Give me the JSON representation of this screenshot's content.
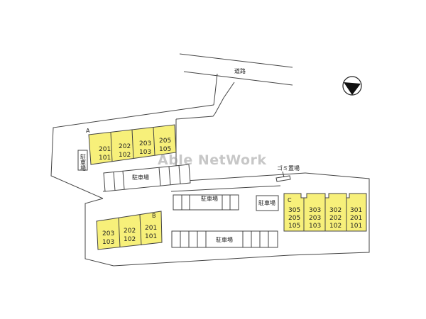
{
  "labels": {
    "road": "道路",
    "parking": "駐車場",
    "garbage": "ゴミ置場",
    "watermark": "Able NetWork"
  },
  "buildings": {
    "A": {
      "name": "A",
      "units": [
        [
          "201",
          "101"
        ],
        [
          "202",
          "102"
        ],
        [
          "203",
          "103"
        ],
        [
          "205",
          "105"
        ]
      ]
    },
    "B": {
      "name": "B",
      "units": [
        [
          "203",
          "103"
        ],
        [
          "202",
          "102"
        ],
        [
          "201",
          "101"
        ]
      ]
    },
    "C": {
      "name": "C",
      "units": [
        [
          "305",
          "205",
          "105"
        ],
        [
          "303",
          "203",
          "103"
        ],
        [
          "302",
          "202",
          "102"
        ],
        [
          "301",
          "201",
          "101"
        ]
      ]
    }
  },
  "colors": {
    "building_fill": "#f7f07a",
    "line": "#444444",
    "background": "#ffffff"
  },
  "icons": {
    "north": "compass-arrow-icon"
  }
}
